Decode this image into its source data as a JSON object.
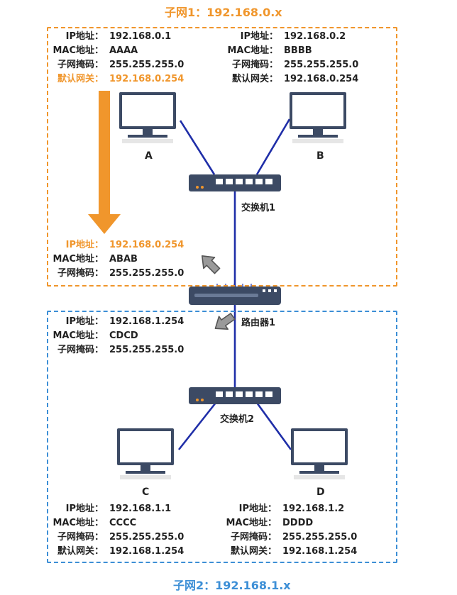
{
  "colors": {
    "subnet1": "#f0962c",
    "subnet2": "#3d8fd6",
    "link": "#1f2ea8",
    "highlight": "#f0962c",
    "device": "#3c4a64",
    "port": "#f0962c"
  },
  "subnet1": {
    "title_prefix": "子网1：",
    "title_value": "192.168.0.x"
  },
  "subnet2": {
    "title_prefix": "子网2：",
    "title_value": "192.168.1.x"
  },
  "hosts": {
    "A": {
      "label": "A",
      "ip_key": "IP地址：",
      "ip": "192.168.0.1",
      "mac_key": "MAC地址：",
      "mac": "AAAA",
      "mask_key": "子网掩码：",
      "mask": "255.255.255.0",
      "gw_key": "默认网关：",
      "gw": "192.168.0.254"
    },
    "B": {
      "label": "B",
      "ip_key": "IP地址：",
      "ip": "192.168.0.2",
      "mac_key": "MAC地址：",
      "mac": "BBBB",
      "mask_key": "子网掩码：",
      "mask": "255.255.255.0",
      "gw_key": "默认网关：",
      "gw": "192.168.0.254"
    },
    "C": {
      "label": "C",
      "ip_key": "IP地址：",
      "ip": "192.168.1.1",
      "mac_key": "MAC地址：",
      "mac": "CCCC",
      "mask_key": "子网掩码：",
      "mask": "255.255.255.0",
      "gw_key": "默认网关：",
      "gw": "192.168.1.254"
    },
    "D": {
      "label": "D",
      "ip_key": "IP地址：",
      "ip": "192.168.1.2",
      "mac_key": "MAC地址：",
      "mac": "DDDD",
      "mask_key": "子网掩码：",
      "mask": "255.255.255.0",
      "gw_key": "默认网关：",
      "gw": "192.168.1.254"
    }
  },
  "router_if1": {
    "ip_key": "IP地址：",
    "ip": "192.168.0.254",
    "mac_key": "MAC地址：",
    "mac": "ABAB",
    "mask_key": "子网掩码：",
    "mask": "255.255.255.0"
  },
  "router_if2": {
    "ip_key": "IP地址：",
    "ip": "192.168.1.254",
    "mac_key": "MAC地址：",
    "mac": "CDCD",
    "mask_key": "子网掩码：",
    "mask": "255.255.255.0"
  },
  "switch1": {
    "label": "交换机1"
  },
  "switch2": {
    "label": "交换机2"
  },
  "router": {
    "label": "路由器1"
  },
  "icons": {
    "computer": "computer-icon",
    "switch": "switch-icon",
    "router": "router-icon",
    "arrow": "arrow-icon"
  }
}
